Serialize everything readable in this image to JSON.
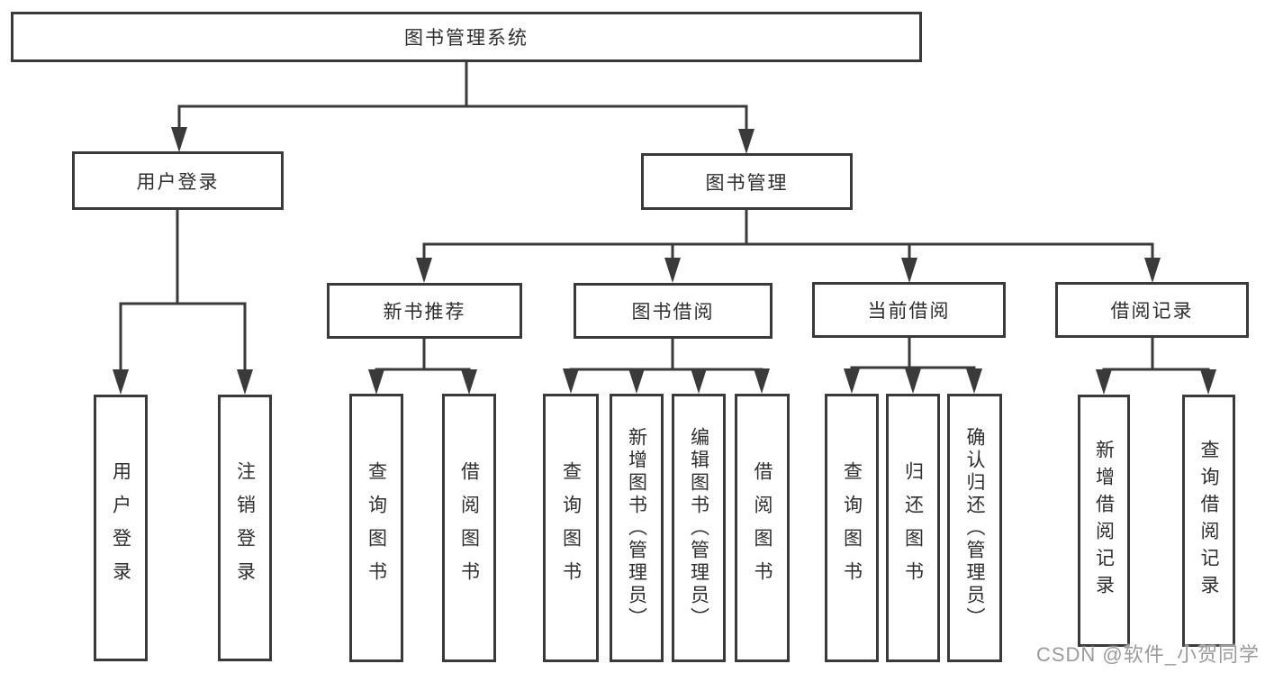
{
  "diagram_title": "图书管理系统",
  "colors": {
    "line": "#3a3a3a",
    "box_border": "#3a3a3a",
    "text": "#2e2e2e",
    "background": "#ffffff",
    "watermark": "#9b9b9b"
  },
  "tree": {
    "root": {
      "label": "图书管理系统"
    },
    "branches": [
      {
        "label": "用户登录",
        "children": [
          {
            "label": "用户登录"
          },
          {
            "label": "注销登录"
          }
        ]
      },
      {
        "label": "图书管理",
        "children": [
          {
            "label": "新书推荐",
            "children": [
              {
                "label": "查询图书"
              },
              {
                "label": "借阅图书"
              }
            ]
          },
          {
            "label": "图书借阅",
            "children": [
              {
                "label": "查询图书"
              },
              {
                "label": "新增图书（管理员）"
              },
              {
                "label": "编辑图书（管理员）"
              },
              {
                "label": "借阅图书"
              }
            ]
          },
          {
            "label": "当前借阅",
            "children": [
              {
                "label": "查询图书"
              },
              {
                "label": "归还图书"
              },
              {
                "label": "确认归还（管理员）"
              }
            ]
          },
          {
            "label": "借阅记录",
            "children": [
              {
                "label": "新增借阅记录"
              },
              {
                "label": "查询借阅记录"
              }
            ]
          }
        ]
      }
    ]
  },
  "watermark": {
    "text": "CSDN @软件_小贺同学"
  }
}
